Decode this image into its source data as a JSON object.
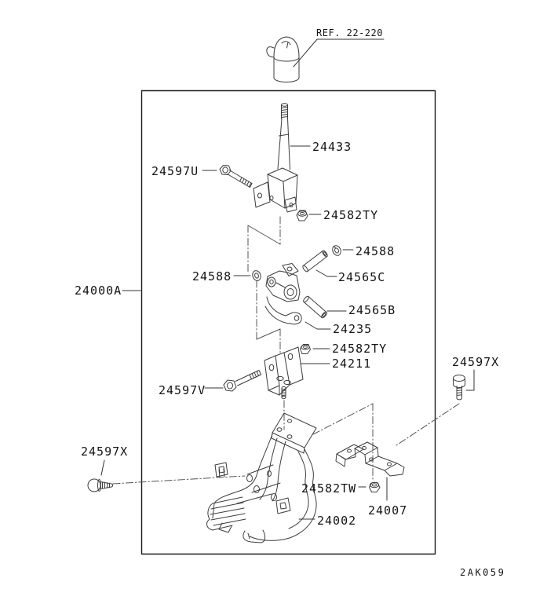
{
  "diagram": {
    "title_ref_note": "REF. 22-220",
    "drawing_code": "2AK059",
    "assembly_code": "24000A",
    "callouts": {
      "lever": "24433",
      "bolt_u": "24597U",
      "nut_ty_upper": "24582TY",
      "clip_right": "24588",
      "pin_c": "24565C",
      "washer_left": "24588",
      "pin_b": "24565B",
      "bracket_mid": "24235",
      "nut_ty_lower": "24582TY",
      "bracket_upper": "24211",
      "bolt_v": "24597V",
      "bolt_x_right": "24597X",
      "bolt_x_left": "24597X",
      "nut_tw": "24582TW",
      "bracket_small": "24007",
      "bracket_main": "24002"
    },
    "colors": {
      "line": "#3d3d3d",
      "border": "#1a1a1a",
      "text": "#141414"
    }
  }
}
